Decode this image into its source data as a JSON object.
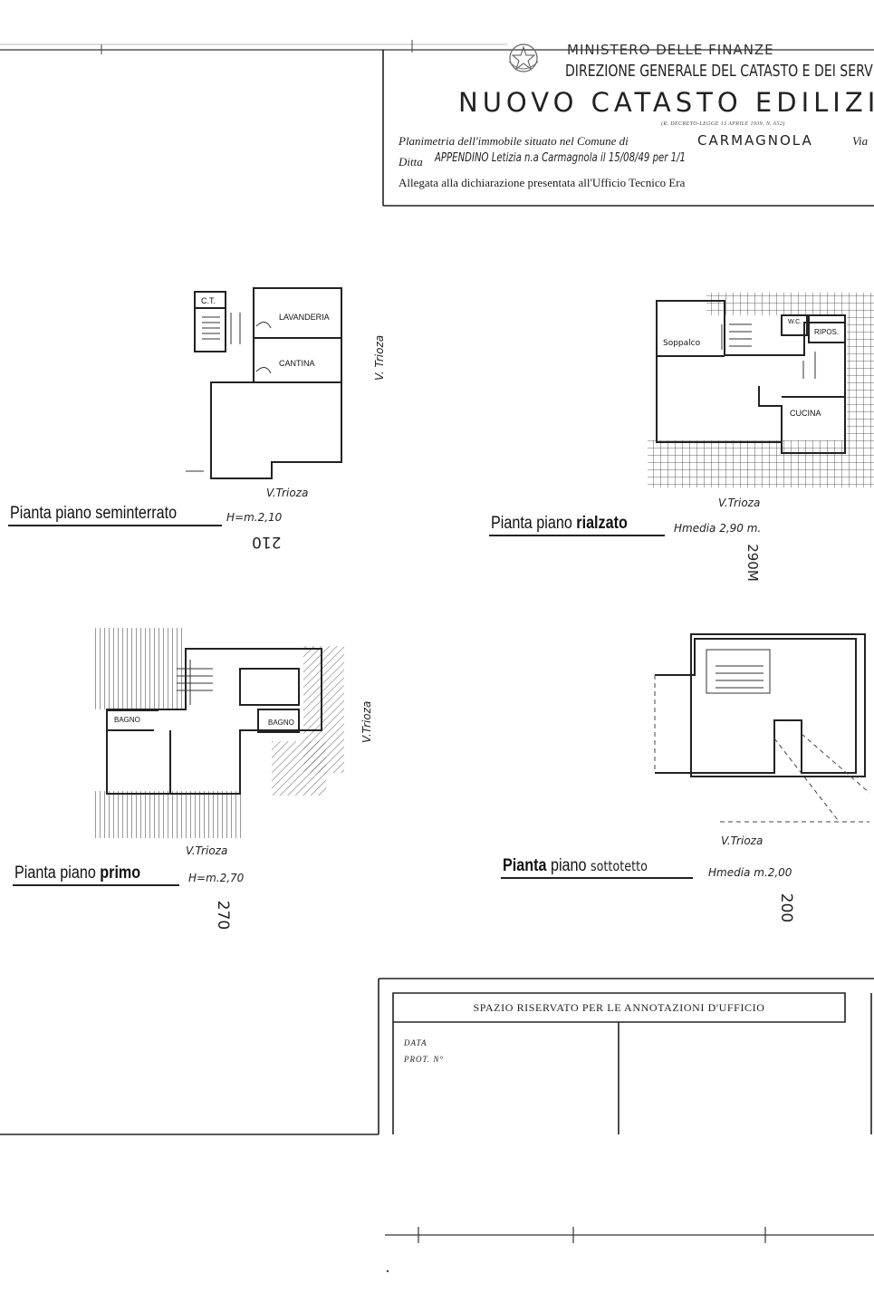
{
  "header": {
    "ministry": "MINISTERO DELLE FINANZE",
    "direction": "DIREZIONE GENERALE DEL CATASTO E DEI SERVI",
    "title": "NUOVO CATASTO EDILIZIO",
    "decree": "(R. DECRETO-LEGGE 13 APRILE 1939, N. 652)",
    "line1_label": "Planimetria dell'immobile situato nel Comune di",
    "line1_value": "CARMAGNOLA",
    "line1_via": "Via",
    "line2_label": "Ditta",
    "line2_value": "APPENDINO Letizia n.a Carmagnola il 15/08/49 per 1/1",
    "line3": "Allegata alla dichiarazione presentata all'Ufficio Tecnico Era"
  },
  "plans": {
    "seminterrato": {
      "title_a": "Pianta ",
      "title_b": "piano",
      "title_c": " seminterrato",
      "height_note": "H=m.2,10",
      "code": "210",
      "street": "V.Trioza",
      "street_side": "V. Trioza",
      "rooms": {
        "ct": "C.T.",
        "lavanderia": "LAVANDERIA",
        "cantina": "CANTINA"
      }
    },
    "rialzato": {
      "title_a": "Pianta ",
      "title_b": "piano ",
      "title_c": "rialzato",
      "height_note": "Hmedia 2,90 m.",
      "code": "290M",
      "street": "V.Trioza",
      "rooms": {
        "soppalco": "Soppalco",
        "wc": "W.C.",
        "ripos": "RIPOS.",
        "cucina": "CUCINA"
      }
    },
    "primo": {
      "title_a": "Pianta ",
      "title_b": "piano ",
      "title_c": "primo",
      "height_note": "H=m.2,70",
      "code": "270",
      "street": "V.Trioza",
      "street_side": "V.Trioza",
      "rooms": {
        "bagno1": "BAGNO",
        "bagno2": "BAGNO"
      }
    },
    "sottotetto": {
      "title_a": "Pianta ",
      "title_b": "piano ",
      "title_c": "sottotetto",
      "height_note": "Hmedia m.2,00",
      "code": "200",
      "street": "V.Trioza"
    }
  },
  "office_box": {
    "title": "SPAZIO RISERVATO PER LE ANNOTAZIONI D'UFFICIO",
    "data_label": "DATA",
    "prot_label": "PROT. N°"
  }
}
